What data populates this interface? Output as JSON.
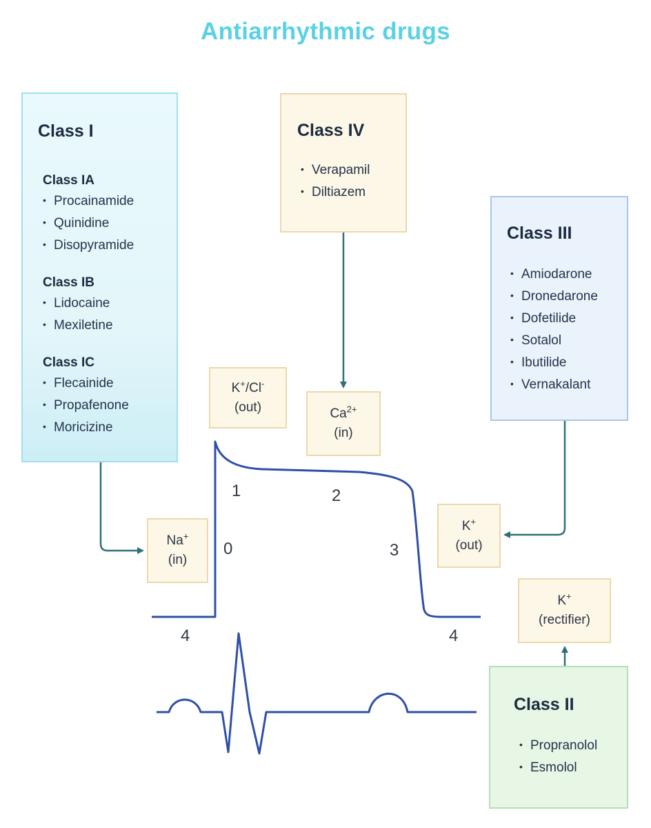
{
  "title": "Antiarrhythmic drugs",
  "class1": {
    "title": "Class I",
    "groups": [
      {
        "title": "Class IA",
        "drugs": [
          "Procainamide",
          "Quinidine",
          "Disopyramide"
        ]
      },
      {
        "title": "Class IB",
        "drugs": [
          "Lidocaine",
          "Mexiletine"
        ]
      },
      {
        "title": "Class IC",
        "drugs": [
          "Flecainide",
          "Propafenone",
          "Moricizine"
        ]
      }
    ]
  },
  "class4": {
    "title": "Class IV",
    "drugs": [
      "Verapamil",
      "Diltiazem"
    ]
  },
  "class3": {
    "title": "Class III",
    "drugs": [
      "Amiodarone",
      "Dronedarone",
      "Dofetilide",
      "Sotalol",
      "Ibutilide",
      "Vernakalant"
    ]
  },
  "class2": {
    "title": "Class II",
    "drugs": [
      "Propranolol",
      "Esmolol"
    ]
  },
  "ions": {
    "na": {
      "symbol": "Na",
      "charge": "+",
      "direction": "(in)"
    },
    "kcl": {
      "symbol_k": "K",
      "charge_k": "+",
      "sep": "/Cl",
      "charge_cl": "-",
      "direction": "(out)"
    },
    "ca": {
      "symbol": "Ca",
      "charge": "2+",
      "direction": "(in)"
    },
    "k_out": {
      "symbol": "K",
      "charge": "+",
      "direction": "(out)"
    },
    "k_rect": {
      "symbol": "K",
      "charge": "+",
      "direction": "(rectifier)"
    }
  },
  "phases": {
    "p0": "0",
    "p1": "1",
    "p2": "2",
    "p3": "3",
    "p4_left": "4",
    "p4_right": "4"
  },
  "bullet": "•",
  "colors": {
    "title": "#5ad1e6",
    "action_potential": "#2f4fa6",
    "arrow": "#2f6f77",
    "class1_bg": "#e6f7fb",
    "class4_bg": "#fcf7e6",
    "class3_bg": "#eaf3fb",
    "class2_bg": "#e8f6e6"
  }
}
